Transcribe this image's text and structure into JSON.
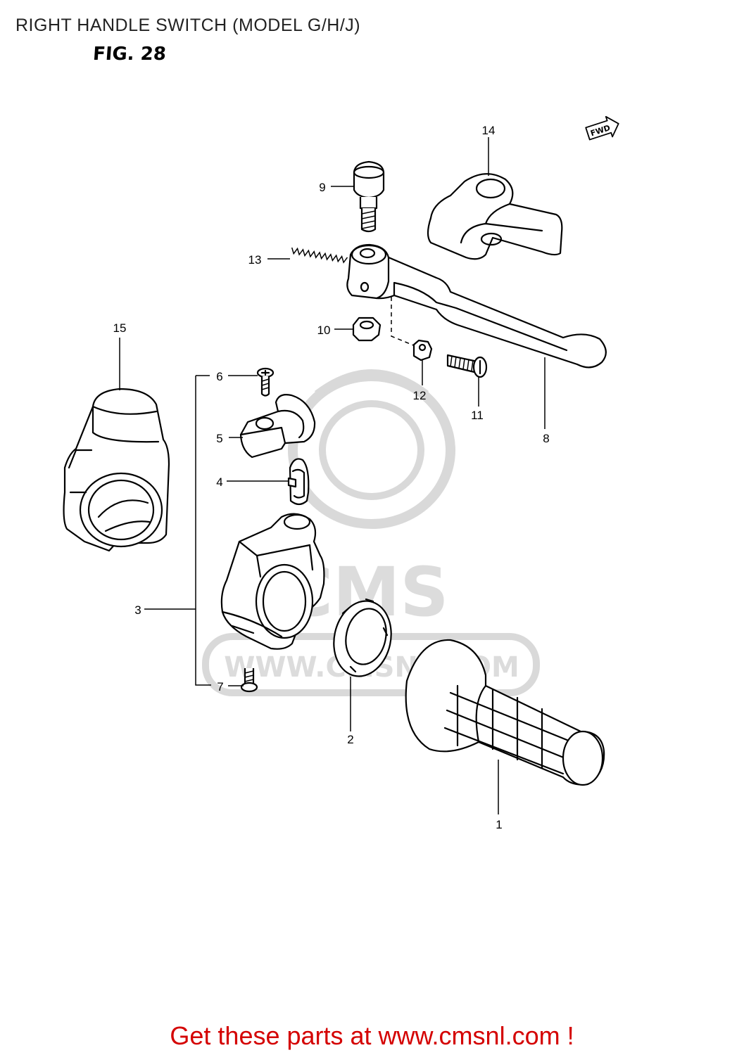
{
  "title": "RIGHT HANDLE SWITCH (MODEL G/H/J)",
  "figure_no": "FIG. 28",
  "direction_badge": "FWD",
  "watermark": {
    "brand": "CMS",
    "url": "WWW.CMSNL.COM"
  },
  "footer_link": "Get these parts at www.cmsnl.com !",
  "callouts": [
    {
      "id": "c14",
      "label": "14"
    },
    {
      "id": "c9",
      "label": "9"
    },
    {
      "id": "c13",
      "label": "13"
    },
    {
      "id": "c10",
      "label": "10"
    },
    {
      "id": "c15",
      "label": "15"
    },
    {
      "id": "c6",
      "label": "6"
    },
    {
      "id": "c12",
      "label": "12"
    },
    {
      "id": "c11",
      "label": "11"
    },
    {
      "id": "c8",
      "label": "8"
    },
    {
      "id": "c5",
      "label": "5"
    },
    {
      "id": "c4",
      "label": "4"
    },
    {
      "id": "c3",
      "label": "3"
    },
    {
      "id": "c7",
      "label": "7"
    },
    {
      "id": "c2",
      "label": "2"
    },
    {
      "id": "c1",
      "label": "1"
    }
  ]
}
